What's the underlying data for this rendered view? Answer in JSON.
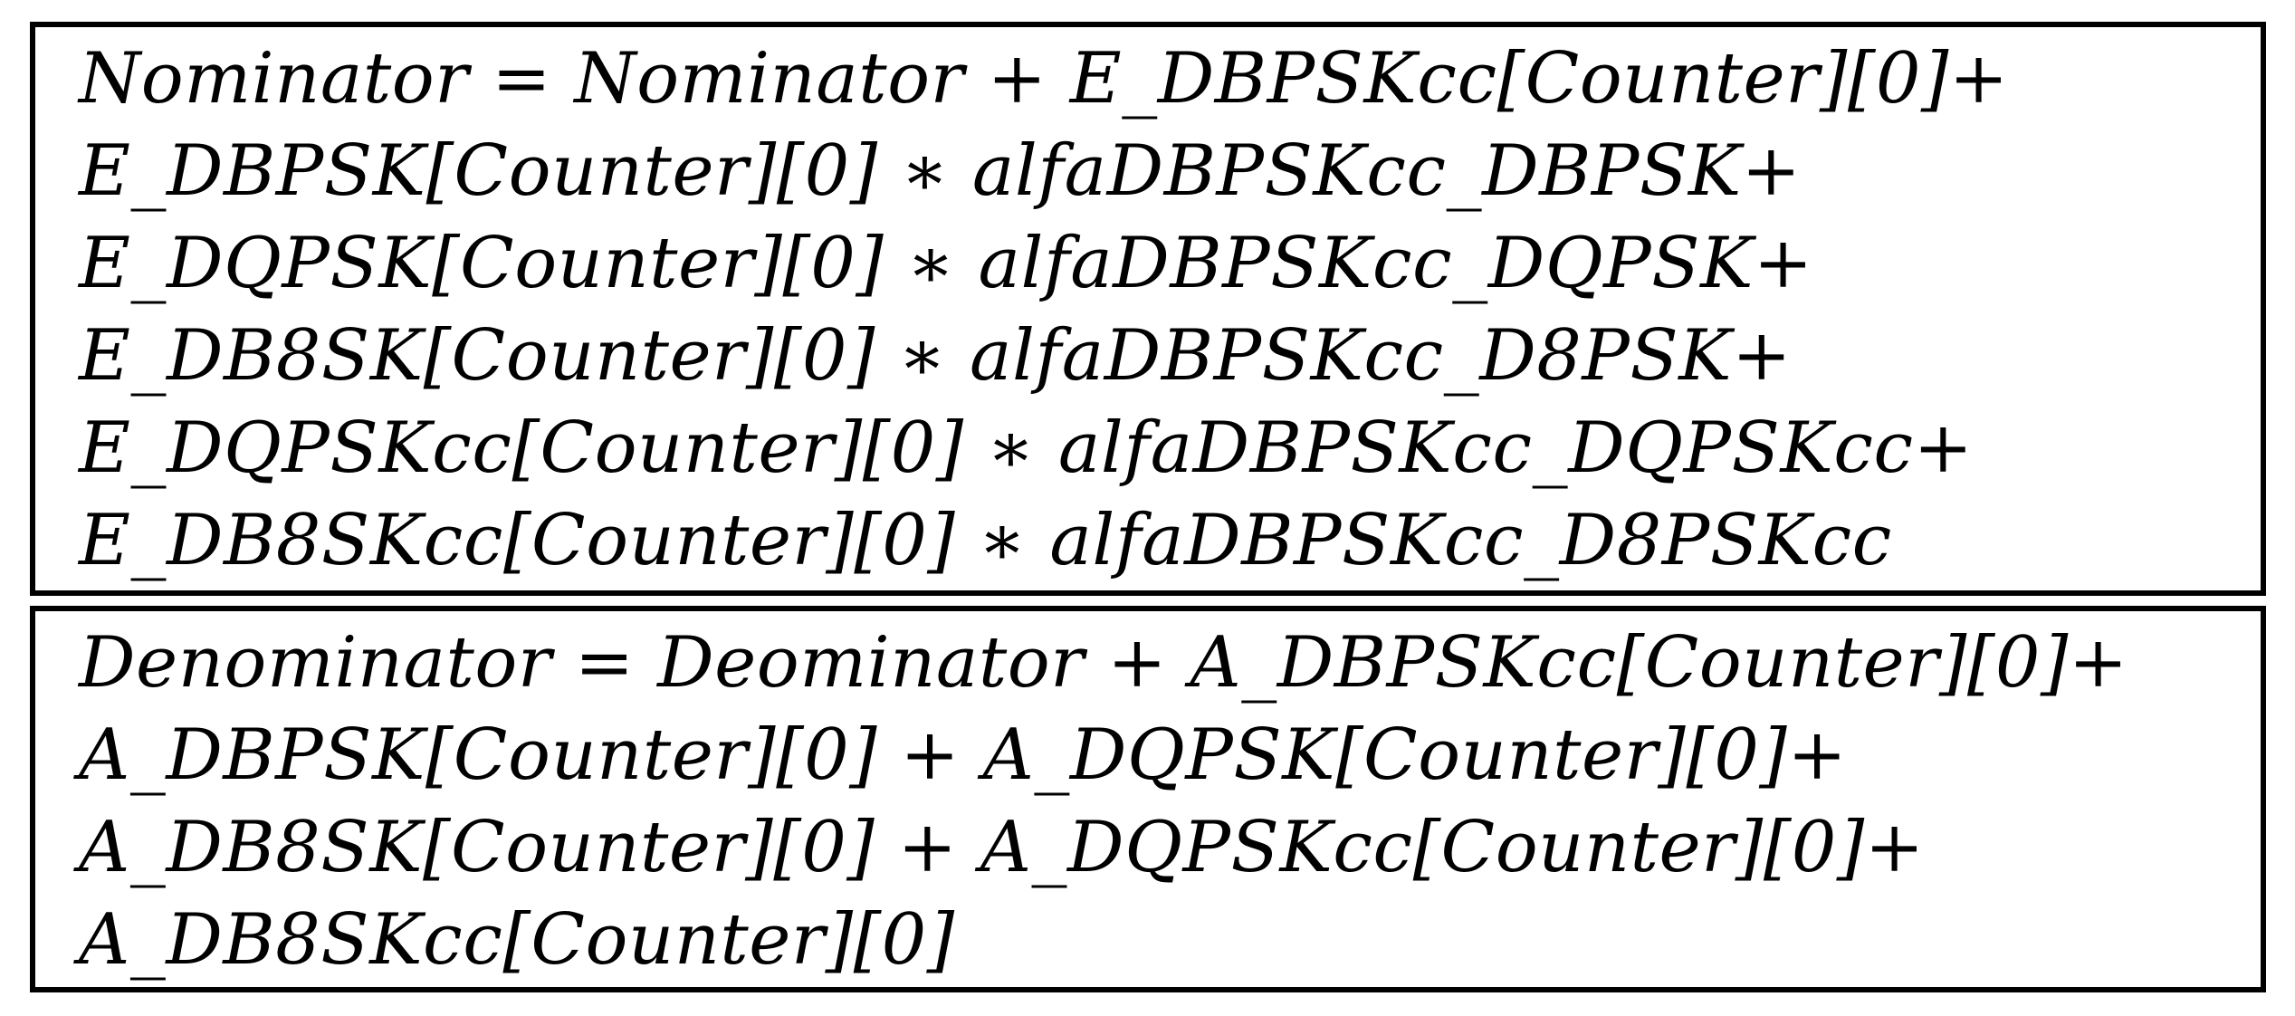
{
  "figure": {
    "background_color": "#ffffff",
    "border_color": "#000000",
    "text_color": "#000000"
  },
  "equations": {
    "nominator": {
      "lines": [
        "Nominator = Nominator + E_DBPSKcc[Counter][0]+",
        "E_DBPSK[Counter][0] ∗ alfaDBPSKcc_DBPSK+",
        "E_DQPSK[Counter][0] ∗ alfaDBPSKcc_DQPSK+",
        "E_DB8SK[Counter][0] ∗ alfaDBPSKcc_D8PSK+",
        "E_DQPSKcc[Counter][0] ∗ alfaDBPSKcc_DQPSKcc+",
        "E_DB8SKcc[Counter][0] ∗ alfaDBPSKcc_D8PSKcc"
      ]
    },
    "denominator": {
      "lines": [
        "Denominator = Deominator + A_DBPSKcc[Counter][0]+",
        "A_DBPSK[Counter][0] + A_DQPSK[Counter][0]+",
        "A_DB8SK[Counter][0] + A_DQPSKcc[Counter][0]+",
        "A_DB8SKcc[Counter][0]"
      ]
    }
  }
}
